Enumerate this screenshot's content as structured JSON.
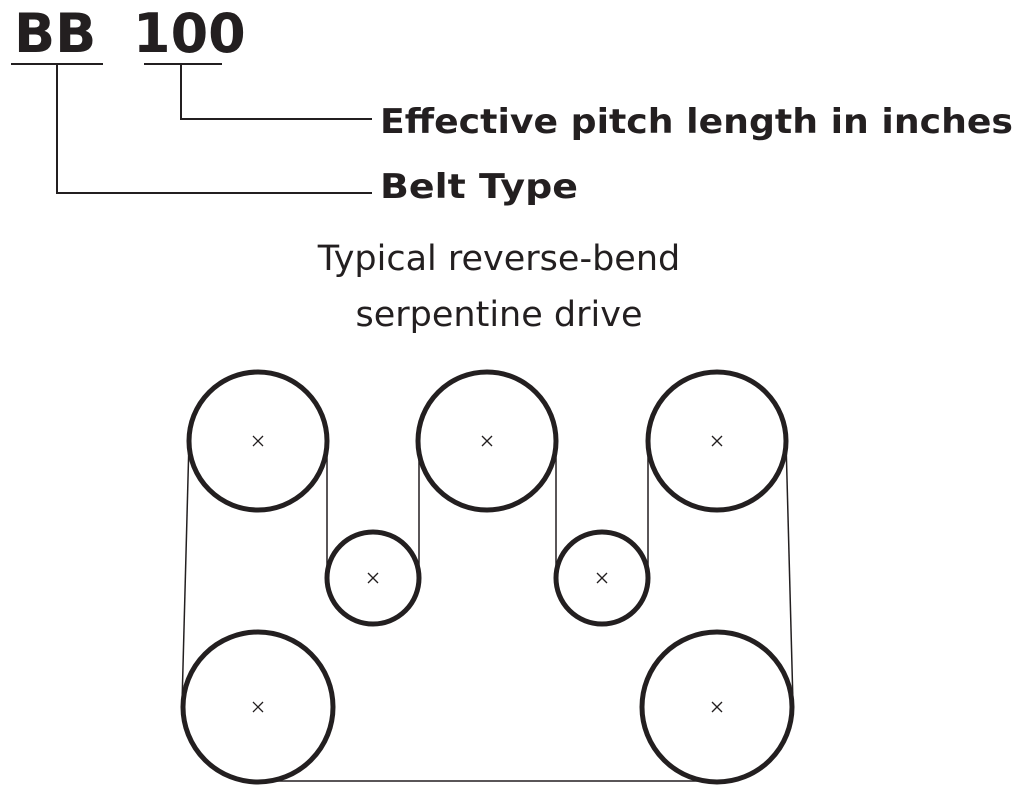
{
  "designation": {
    "belt_type_code": "BB",
    "length_code": "100"
  },
  "labels": {
    "length_label": "Effective pitch length in inches",
    "type_label": "Belt Type"
  },
  "caption": {
    "line1": "Typical reverse-bend",
    "line2": "serpentine drive"
  },
  "colors": {
    "ink": "#231f20",
    "background": "#ffffff"
  },
  "drive": {
    "pulley_count": 7,
    "center_mark_icon": "x-center-mark"
  }
}
